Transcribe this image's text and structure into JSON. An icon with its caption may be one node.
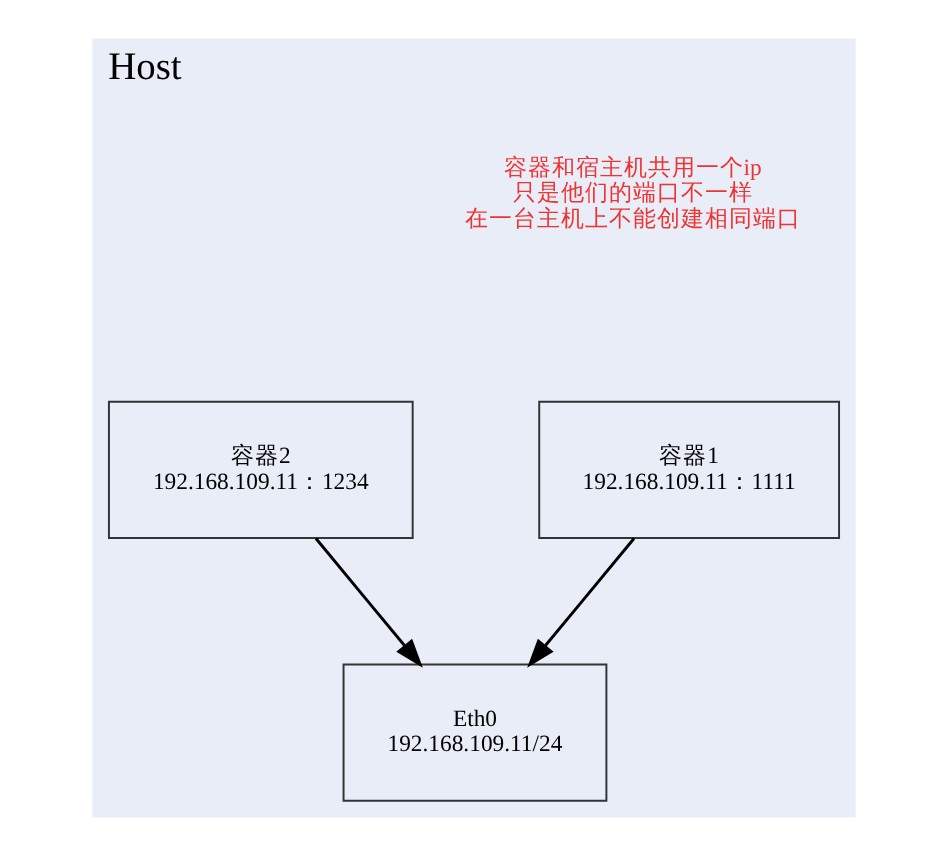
{
  "diagram": {
    "nodes": [
      {
        "text": [
          "Host"
        ]
      },
      {
        "text": [
          "容器1",
          "192.168.109.11：1111"
        ],
        "in": 0
      },
      {
        "text": [
          "容器2",
          "192.168.109.11：1234"
        ],
        "in": 0
      },
      {
        "text": [
          "Eth0",
          "192.168.109.11/24"
        ],
        "in": 0
      }
    ],
    "edges": [
      {
        "from": 1,
        "to": 3,
        "arrow": "to"
      },
      {
        "from": 2,
        "to": 3,
        "arrow": "to"
      }
    ],
    "labels": [
      "容器和宿主机共用一个ip",
      "只是他们的端口不一样",
      "在一台主机上不能创建相同端口"
    ]
  }
}
